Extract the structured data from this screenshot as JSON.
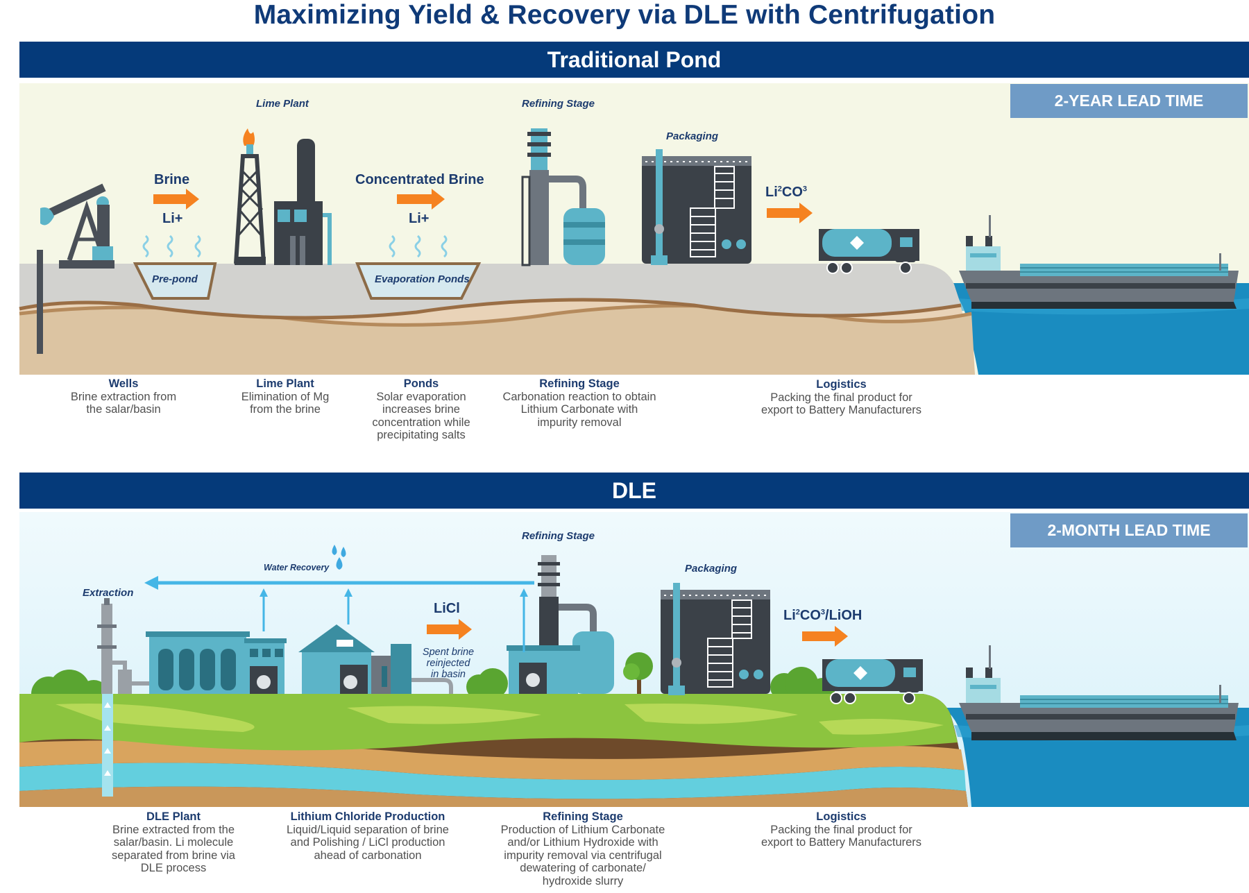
{
  "title": "Maximizing Yield & Recovery via DLE with Centrifugation",
  "sections": {
    "traditional": {
      "header": "Traditional Pond",
      "lead_time": "2-YEAR LEAD TIME",
      "scene_labels": {
        "lime_plant": "Lime Plant",
        "refining": "Refining Stage",
        "packaging": "Packaging",
        "pre_pond": "Pre-pond",
        "evap_ponds": "Evaporation Ponds"
      },
      "flow": {
        "brine": "Brine",
        "li1": "Li+",
        "conc_brine": "Concentrated Brine",
        "li2": "Li+",
        "product_base": "Li",
        "product_sub": "2",
        "product_base2": "CO",
        "product_sup": "3"
      },
      "captions": [
        {
          "title": "Wells",
          "desc": "Brine extraction from\nthe salar/basin"
        },
        {
          "title": "Lime Plant",
          "desc": "Elimination of Mg\nfrom the brine"
        },
        {
          "title": "Ponds",
          "desc": "Solar evaporation\nincreases brine\nconcentration while\nprecipitating salts"
        },
        {
          "title": "Refining Stage",
          "desc": "Carbonation reaction to obtain\nLithium Carbonate with\nimpurity removal"
        },
        {
          "title": "Logistics",
          "desc": "Packing the final product for\nexport to Battery Manufacturers"
        }
      ]
    },
    "dle": {
      "header": "DLE",
      "lead_time": "2-MONTH LEAD TIME",
      "scene_labels": {
        "extraction": "Extraction",
        "water_recovery": "Water Recovery",
        "refining": "Refining Stage",
        "packaging": "Packaging",
        "spent": "Spent brine\nreinjected\nin basin"
      },
      "flow": {
        "licl": "LiCl",
        "product_base": "Li",
        "product_sub": "2",
        "product_base2": "CO",
        "product_sup": "3",
        "product_tail": "/LiOH"
      },
      "captions": [
        {
          "title": "DLE Plant",
          "desc": "Brine extracted from the\nsalar/basin. Li molecule\nseparated from brine via\nDLE process"
        },
        {
          "title": "Lithium Chloride Production",
          "desc": "Liquid/Liquid separation of brine\nand Polishing / LiCl production\nahead of carbonation"
        },
        {
          "title": "Refining Stage",
          "desc": "Production of Lithium Carbonate\nand/or Lithium Hydroxide with\nimpurity removal via centrifugal\ndewatering of carbonate/\nhydroxide slurry"
        },
        {
          "title": "Logistics",
          "desc": "Packing the final product for\nexport to Battery Manufacturers"
        }
      ]
    }
  },
  "colors": {
    "navy": "#053a7a",
    "lead_box": "#6f9bc6",
    "orange_arrow": "#f58220",
    "sky_top": "#f5f7e6",
    "sky_bottom": "#e2f5fb",
    "sea": "#1a8cc0",
    "grass": "#8cc43f",
    "aqua": "#63cfde"
  },
  "icons": [
    "pumpjack-icon",
    "factory-icon",
    "refinery-icon",
    "storage-tank-icon",
    "tanker-truck-icon",
    "cargo-ship-icon",
    "water-drop-icon",
    "tree-icon"
  ]
}
